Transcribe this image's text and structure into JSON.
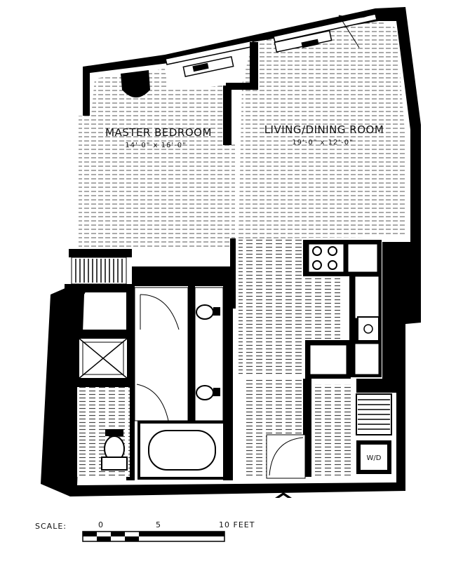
{
  "rooms": {
    "master_bedroom": {
      "name": "MASTER BEDROOM",
      "dimensions": "14'-0\" x 16'-0\""
    },
    "living_dining": {
      "name": "LIVING/DINING ROOM",
      "dimensions": "19'-0\" x 12'-0\""
    }
  },
  "fixtures": {
    "washer_dryer": "W/D"
  },
  "scale": {
    "label": "SCALE:",
    "tick_0": "0",
    "tick_5": "5",
    "tick_10": "10 FEET"
  }
}
